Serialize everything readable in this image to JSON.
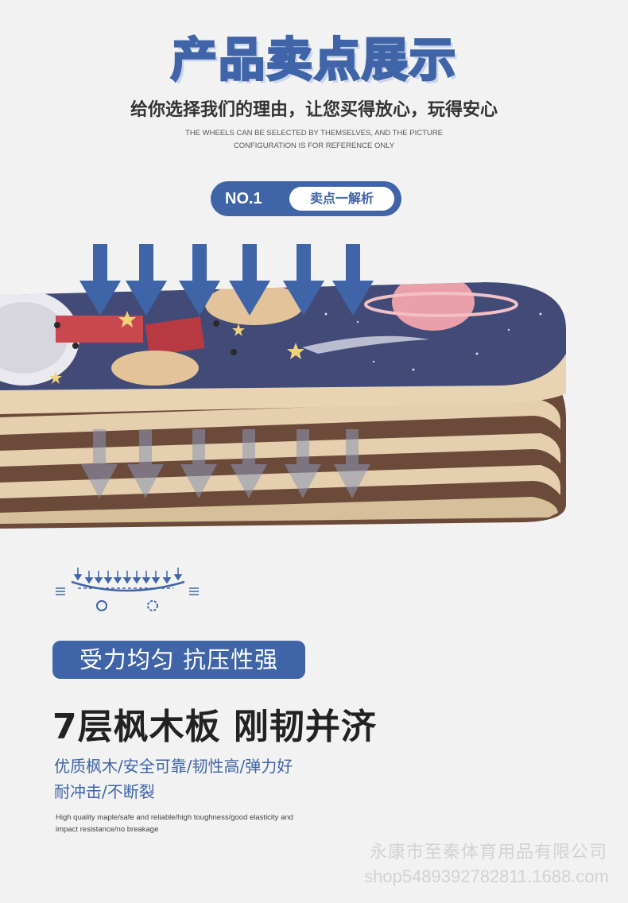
{
  "header": {
    "title": "产品卖点展示",
    "subtitle": "给你选择我们的理由，让您买得放心，玩得安心",
    "english_line1": "THE WHEELS CAN BE SELECTED BY THEMSELVES, AND THE PICTURE",
    "english_line2": "CONFIGURATION IS FOR REFERENCE ONLY"
  },
  "point": {
    "number": "NO.1",
    "label": "卖点一解析"
  },
  "feature": {
    "badge": "受力均匀 抗压性强",
    "headline": "7层枫木板 刚韧并济",
    "desc_line1": "优质枫木/安全可靠/韧性高/弹力好",
    "desc_line2": "耐冲击/不断裂",
    "english_line1": "High quality maple/safe and reliable/high toughness/good elasticity and",
    "english_line2": "impact resistance/no breakage"
  },
  "watermark": {
    "company": "永康市至秦体育用品有限公司",
    "shop": "shop5489392782811.1688.com"
  },
  "colors": {
    "accent": "#3f64a8",
    "deck_graphic": "#424a78",
    "wood_light": "#e6cfae",
    "wood_dark": "#6b4a3a"
  },
  "icons": {
    "pressure_arrows": "arrow-down-icon",
    "flex_diagram": "skateboard-flex-icon"
  }
}
